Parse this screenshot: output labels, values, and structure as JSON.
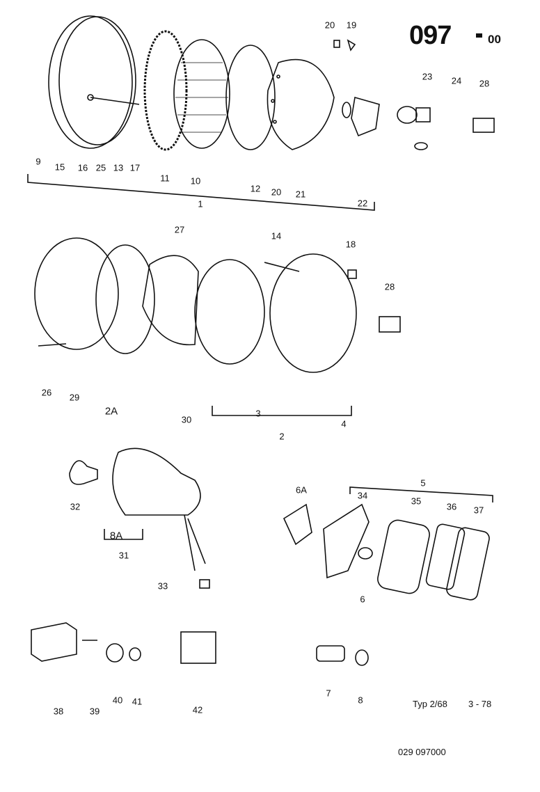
{
  "header": {
    "group": "097",
    "subgroup": "00"
  },
  "callouts": [
    "9",
    "15",
    "16",
    "25",
    "13",
    "17",
    "11",
    "10",
    "12",
    "20",
    "21",
    "22",
    "1",
    "20",
    "19",
    "23",
    "24",
    "28",
    "27",
    "14",
    "18",
    "28",
    "26",
    "29",
    "2A",
    "30",
    "3",
    "4",
    "2",
    "32",
    "6A",
    "5",
    "34",
    "35",
    "36",
    "37",
    "8A",
    "31",
    "33",
    "6",
    "38",
    "39",
    "40",
    "41",
    "42",
    "7",
    "8"
  ],
  "footer": {
    "type": "Typ 2/68",
    "date": "3 - 78",
    "code": "029  097000"
  }
}
